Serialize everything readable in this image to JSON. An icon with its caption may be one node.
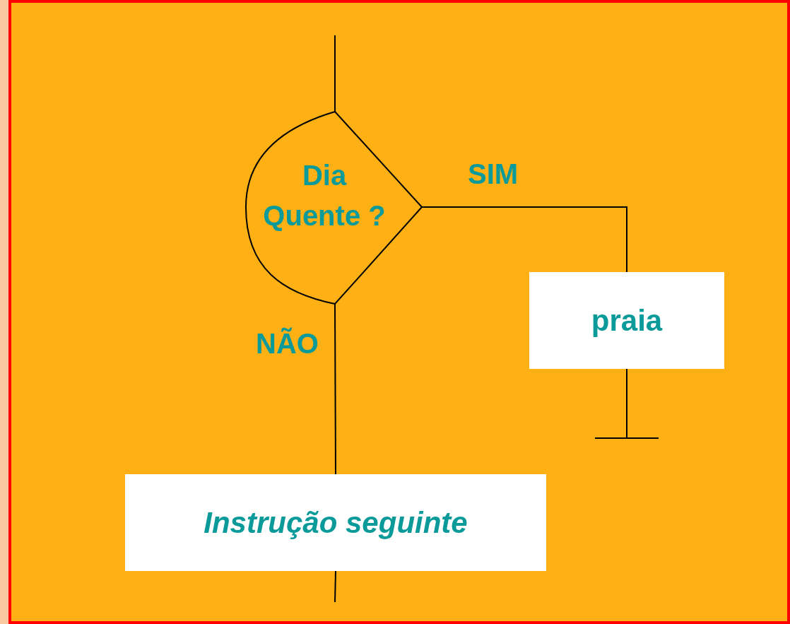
{
  "diagram": {
    "nodes": [
      {
        "text": [
          "Dia Quente ?"
        ]
      },
      {
        "text": [
          "praia"
        ]
      },
      {
        "text": [
          "Instrução seguinte"
        ]
      }
    ],
    "edges": [
      {
        "from": null,
        "to": 0,
        "arrow": "none"
      },
      {
        "from": 0,
        "to": 1,
        "arrow": "none",
        "label": "SIM"
      },
      {
        "from": 0,
        "to": 2,
        "arrow": "none",
        "label": "NÃO"
      },
      {
        "from": 1,
        "to": null,
        "arrow": "other"
      },
      {
        "from": 2,
        "to": null,
        "arrow": "none"
      }
    ]
  }
}
